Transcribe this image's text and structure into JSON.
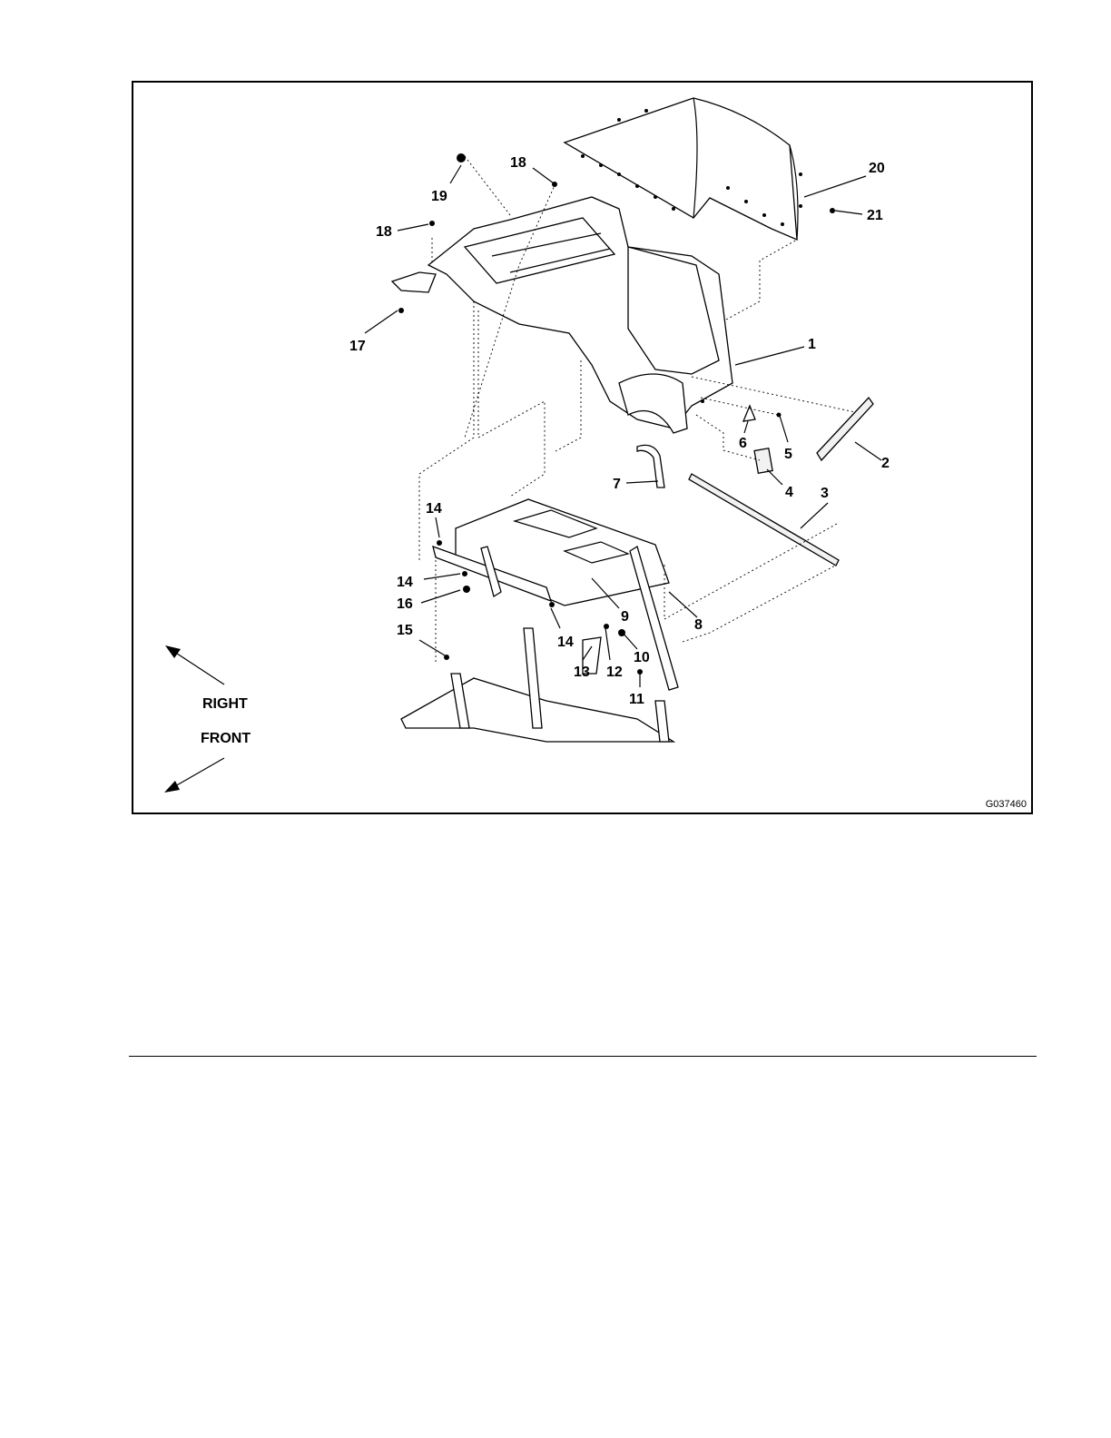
{
  "figure": {
    "id": "G037460",
    "directions": {
      "right": "RIGHT",
      "front": "FRONT"
    },
    "callouts": [
      "1",
      "2",
      "3",
      "4",
      "5",
      "6",
      "7",
      "8",
      "9",
      "10",
      "11",
      "12",
      "13",
      "14",
      "15",
      "16",
      "17",
      "18",
      "19",
      "20",
      "21"
    ]
  }
}
